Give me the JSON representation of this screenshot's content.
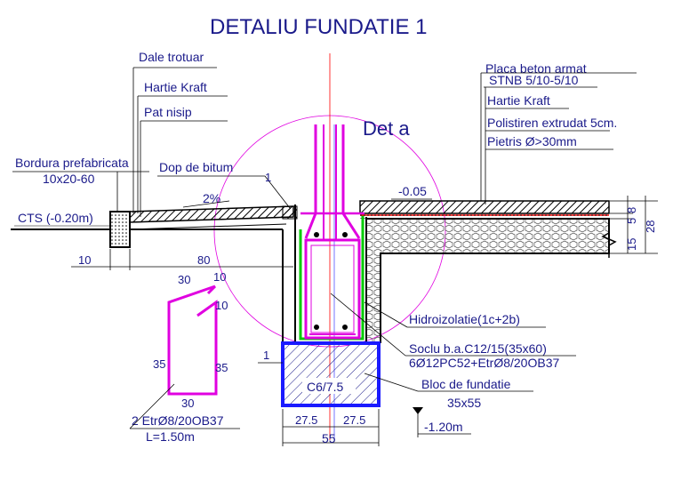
{
  "title": "DETALIU FUNDATIE 1",
  "left_labels": {
    "dale_trotuar": "Dale trotuar",
    "hartie_kraft": "Hartie Kraft",
    "pat_nisip": "Pat nisip",
    "bordura": "Bordura prefabricata",
    "bordura_dim": "10x20-60",
    "dop_bitum": "Dop de bitum",
    "cts": "CTS (-0.20m)"
  },
  "right_labels": {
    "placa": "Placa beton armat",
    "stnb": "STNB 5/10-5/10",
    "hartie_kraft": "Hartie Kraft",
    "polistiren": "Polistiren extrudat 5cm.",
    "pietris": "Pietris  Ø>30mm",
    "cota_pardoseala": "-0.05"
  },
  "detail_marker": "Det a",
  "slope": "2%",
  "layer_labels": {
    "hidroizolatie": "Hidroizolatie(1c+2b)",
    "soclu": "Soclu b.a.C12/15(35x60)",
    "soclu_armare": "6Ø12PC52+EtrØ8/20OB37",
    "bloc": "Bloc de fundatie",
    "bloc_dim": "35x55",
    "beton_bloc": "C6/7.5",
    "cota_fundare": "-1.20m"
  },
  "dimensions": {
    "d10": "10",
    "d80": "80",
    "d1_top": "1",
    "d1_bottom": "1",
    "d27_left": "27.5",
    "d27_right": "27.5",
    "d55": "55",
    "v15": "15",
    "v5": "5",
    "v8": "8",
    "v28": "28"
  },
  "stirrup": {
    "top": "30",
    "hook1": "10",
    "hook2": "10",
    "left": "35",
    "right": "35",
    "bottom": "30",
    "spec": "2 EtrØ8/20OB37",
    "length": "L=1.50m"
  },
  "colors": {
    "text": "#1a1a8a",
    "magenta": "#e000e0",
    "blue": "#1a1aff",
    "green": "#00cc00",
    "red": "#ff0000"
  }
}
